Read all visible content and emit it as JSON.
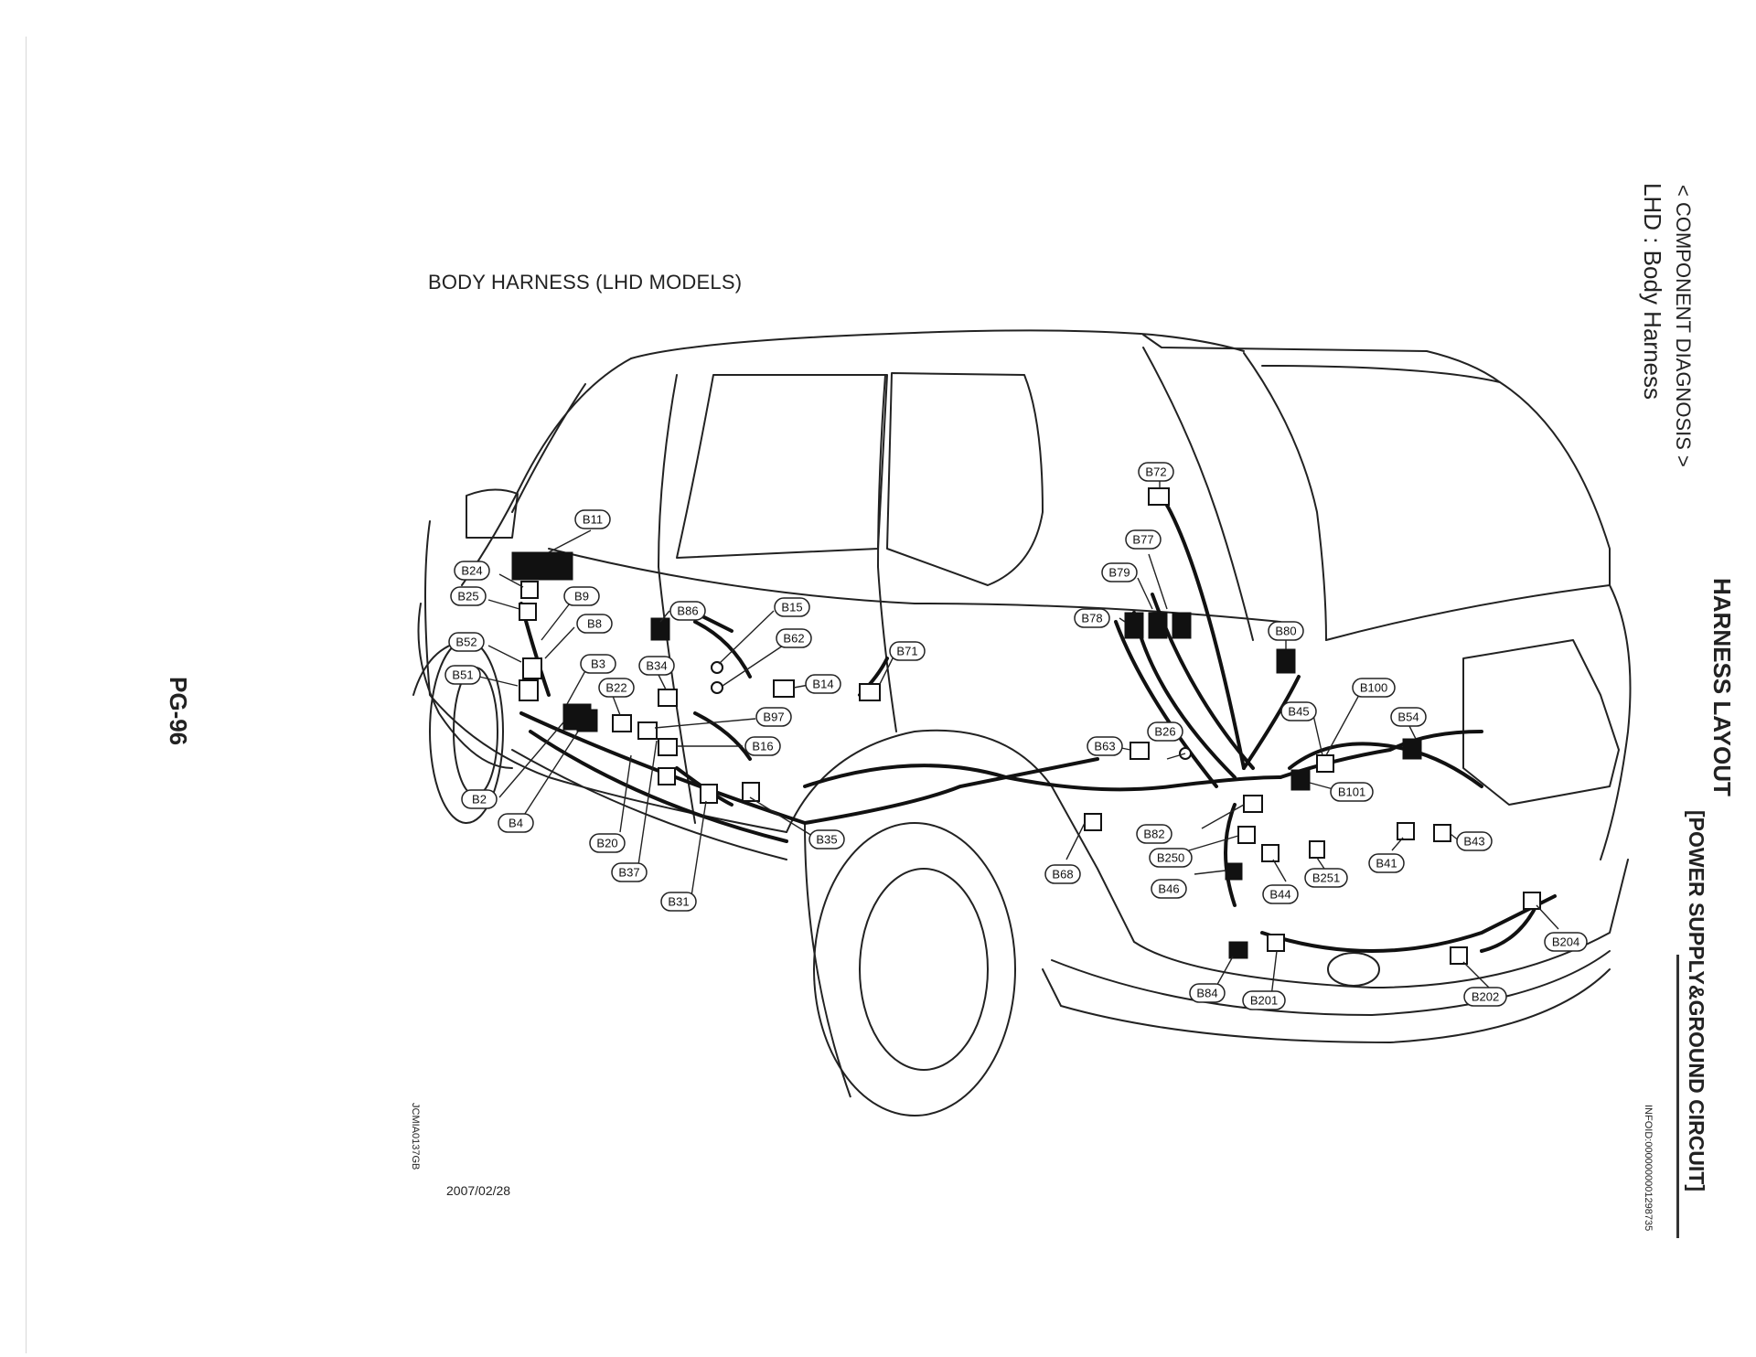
{
  "header": {
    "section": "HARNESS LAYOUT",
    "subsection": "[POWER SUPPLY&GROUND CIRCUIT]",
    "breadcrumb": "< COMPONENT DIAGNOSIS >",
    "page_topic": "LHD : Body Harness",
    "info_id": "INFOID:0000000001298735"
  },
  "page_number": "PG-96",
  "figure": {
    "title": "BODY HARNESS (LHD MODELS)",
    "figure_code": "JCMIA0137GB",
    "date": "2007/02/28",
    "connectors": [
      "B11",
      "B24",
      "B25",
      "B9",
      "B8",
      "B52",
      "B51",
      "B3",
      "B22",
      "B34",
      "B86",
      "B15",
      "B62",
      "B14",
      "B97",
      "B16",
      "B71",
      "B72",
      "B77",
      "B79",
      "B78",
      "B80",
      "B100",
      "B54",
      "B45",
      "B101",
      "B26",
      "B63",
      "B82",
      "B68",
      "B250",
      "B46",
      "B44",
      "B251",
      "B41",
      "B43",
      "B2",
      "B4",
      "B20",
      "B37",
      "B31",
      "B35",
      "B84",
      "B201",
      "B204",
      "B202"
    ]
  }
}
